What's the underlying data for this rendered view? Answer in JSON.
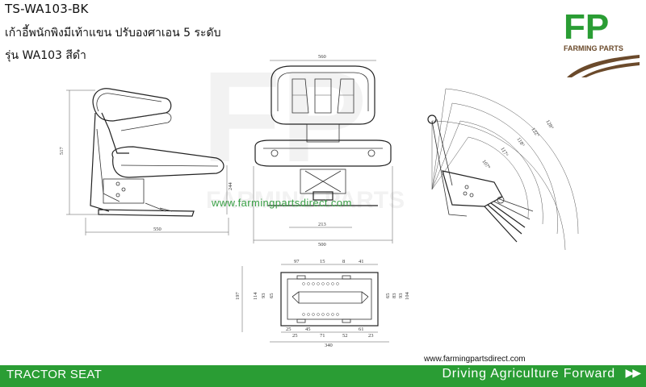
{
  "header": {
    "model_code": "TS-WA103-BK",
    "line1": "เก้าอี้พนักพิงมีเท้าแขน ปรับองศาเอน 5 ระดับ",
    "line2": "รุ่น WA103 สีดำ"
  },
  "logo": {
    "letters": "FP",
    "brand": "FARMING PARTS",
    "green": "#2a9d34",
    "brown": "#6b4a2b"
  },
  "watermark": {
    "center": "FP",
    "text": "FARMING PARTS",
    "site": "www.farmingpartsdirect.com"
  },
  "drawing": {
    "side": {
      "height": "517",
      "depth_short": "244",
      "width": "550"
    },
    "front": {
      "width_top": "560",
      "inner": "213",
      "base": "500"
    },
    "angles": [
      "107°",
      "117°",
      "118°",
      "122°",
      "128°"
    ],
    "base_plate": {
      "top_dims": [
        "97",
        "15",
        "8",
        "41"
      ],
      "bottom_dims": [
        "25",
        "25",
        "45",
        "71",
        "52",
        "61",
        "23"
      ],
      "bottom_total": "340",
      "left_dims": [
        "197",
        "114",
        "93",
        "65"
      ],
      "right_dims": [
        "65",
        "83",
        "93",
        "104"
      ]
    }
  },
  "footer": {
    "site": "www.farmingpartsdirect.com",
    "left_label": "TRACTOR SEAT",
    "tagline": "Driving  Agriculture  Forward",
    "arrows": "▶▶",
    "bar_color": "#2a9d34"
  }
}
